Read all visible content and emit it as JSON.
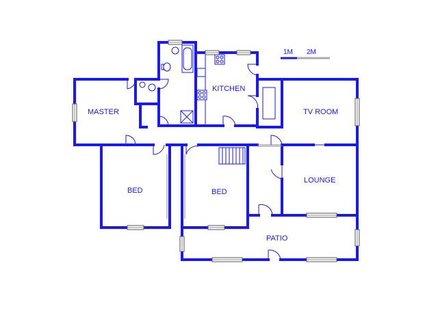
{
  "rooms": {
    "master": "MASTER",
    "kitchen": "KITCHEN",
    "tv_room": "TV ROOM",
    "bed_left": "BED",
    "bed_right": "BED",
    "lounge": "LOUNGE",
    "patio": "PATIO"
  },
  "scale": {
    "label_1": "1M",
    "label_2": "2M"
  },
  "colors": {
    "wall": "#1a1aee",
    "window": "#888888"
  }
}
